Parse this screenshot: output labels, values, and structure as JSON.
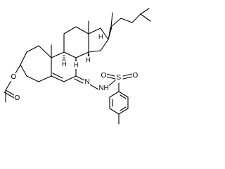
{
  "molecule": {
    "atoms": {
      "o_ester": "O",
      "o_carbonyl": "O",
      "n_imine": "N",
      "n_amine": "N",
      "h_amine": "H",
      "s_sulfonyl": "S",
      "o_s_left": "O",
      "o_s_right": "O",
      "h_c8": "H",
      "h_c9": "H",
      "h_c14": "H",
      "h_c17": "H"
    },
    "colors": {
      "bonds": "#000000",
      "background": "#ffffff"
    }
  }
}
